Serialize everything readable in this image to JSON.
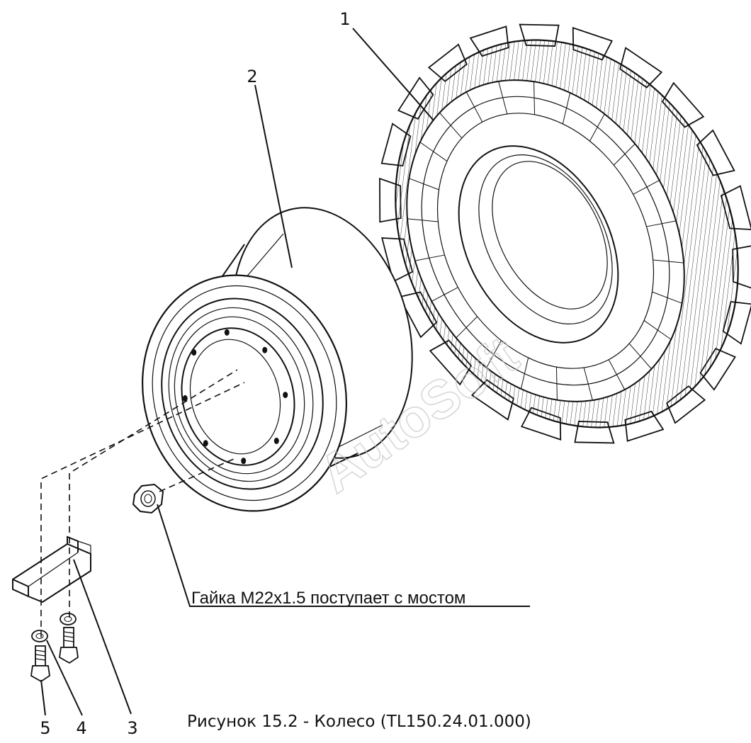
{
  "callouts": {
    "tire": "1",
    "rim": "2",
    "bracket": "3",
    "washer": "4",
    "bolt": "5"
  },
  "note": "Гайка М22х1.5 поступает с мостом",
  "caption": "Рисунок 15.2 - Колесо (TL150.24.01.000)",
  "watermark": "AutoSoft"
}
